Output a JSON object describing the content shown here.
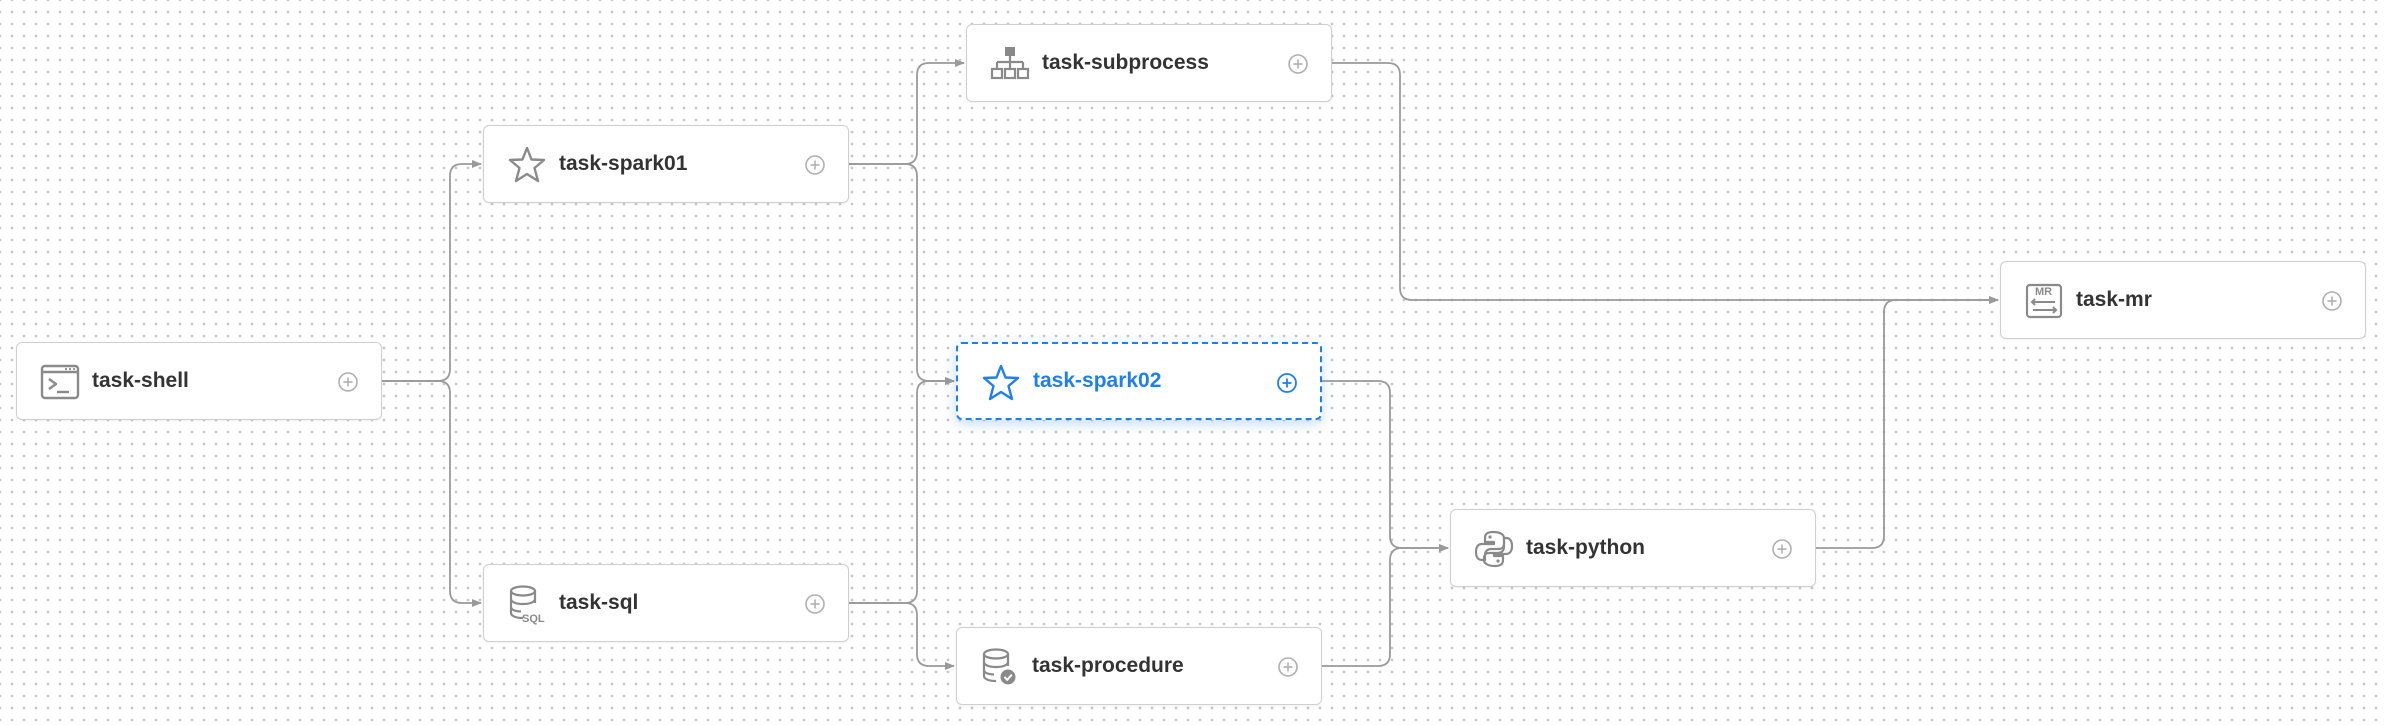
{
  "nodes": [
    {
      "id": "shell",
      "label": "task-shell",
      "icon": "shell-terminal-icon",
      "selected": false
    },
    {
      "id": "spark01",
      "label": "task-spark01",
      "icon": "spark-star-icon",
      "selected": false
    },
    {
      "id": "sql",
      "label": "task-sql",
      "icon": "sql-database-icon",
      "selected": false
    },
    {
      "id": "subprocess",
      "label": "task-subprocess",
      "icon": "subprocess-hierarchy-icon",
      "selected": false
    },
    {
      "id": "spark02",
      "label": "task-spark02",
      "icon": "spark-star-icon",
      "selected": true
    },
    {
      "id": "procedure",
      "label": "task-procedure",
      "icon": "procedure-database-icon",
      "selected": false
    },
    {
      "id": "python",
      "label": "task-python",
      "icon": "python-icon",
      "selected": false
    },
    {
      "id": "mr",
      "label": "task-mr",
      "icon": "mapreduce-icon",
      "selected": false
    }
  ],
  "icon_labels": {
    "sql": "SQL",
    "mr": "MR"
  },
  "edges": [
    [
      "shell",
      "spark01"
    ],
    [
      "shell",
      "sql"
    ],
    [
      "spark01",
      "subprocess"
    ],
    [
      "spark01",
      "spark02"
    ],
    [
      "sql",
      "spark02"
    ],
    [
      "sql",
      "procedure"
    ],
    [
      "spark02",
      "python"
    ],
    [
      "procedure",
      "python"
    ],
    [
      "subprocess",
      "mr"
    ],
    [
      "python",
      "mr"
    ]
  ],
  "colors": {
    "accent": "#1d7ff0",
    "node_border": "#cfcfcf",
    "edge": "#9a9a9a",
    "icon": "#8a8a8a",
    "text": "#333333"
  }
}
